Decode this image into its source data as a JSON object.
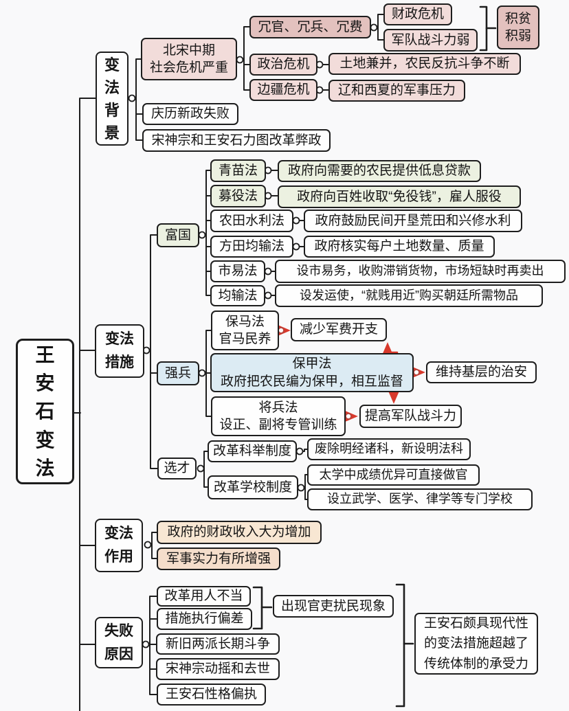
{
  "root": {
    "label": "王\n安\n石\n变\n法"
  },
  "background": {
    "label": "变\n法\n背\n景",
    "crisis": "北宋中期\n社会危机严重",
    "sanrong": "冗官、冗兵、冗费",
    "fiscal_crisis": "财政危机",
    "army_weak": "军队战斗力弱",
    "jipin_jiruo": "积贫\n积弱",
    "political_crisis": "政治危机",
    "land_annex": "土地兼并，农民反抗斗争不断",
    "border_crisis": "边疆危机",
    "liao_xixia": "辽和西夏的军事压力",
    "qingli": "庆历新政失败",
    "shenzong": "宋神宗和王安石力图改革弊政"
  },
  "measures": {
    "label": "变法\n措施",
    "fuguo": {
      "label": "富国",
      "items": [
        {
          "name": "青苗法",
          "desc": "政府向需要的农民提供低息贷款"
        },
        {
          "name": "募役法",
          "desc": "政府向百姓收取“免役钱”，雇人服役"
        },
        {
          "name": "农田水利法",
          "desc": "政府鼓励民间开垦荒田和兴修水利"
        },
        {
          "name": "方田均输法",
          "desc": "政府核实每户土地数量、质量"
        },
        {
          "name": "市易法",
          "desc": "设市易务，收购滞销货物，市场短缺时再卖出"
        },
        {
          "name": "均输法",
          "desc": "设发运使，“就贱用近”购买朝廷所需物品"
        }
      ]
    },
    "qiangbing": {
      "label": "强兵",
      "baoma": "保马法\n官马民养",
      "reduce_cost": "减少军费开支",
      "baojia": "保甲法\n政府把农民编为保甲，相互监督",
      "security": "维持基层的治安",
      "jiangbing": "将兵法\n设正、副将专管训练",
      "combat": "提高军队战斗力"
    },
    "xuancai": {
      "label": "选才",
      "keju": "改革科举制度",
      "keju_desc": "废除明经诸科，新设明法科",
      "school": "改革学校制度",
      "school_desc1": "太学中成绩优异可直接做官",
      "school_desc2": "设立武学、医学、律学等专门学校"
    }
  },
  "effects": {
    "label": "变法\n作用",
    "fiscal": "政府的财政收入大为增加",
    "military": "军事实力有所增强"
  },
  "failure": {
    "label": "失败\n原因",
    "items": [
      "改革用人不当",
      "措施执行偏差",
      "新旧两派长期斗争",
      "宋神宗动摇和去世",
      "王安石性格偏执"
    ],
    "harass": "出现官吏扰民现象",
    "conclusion": "王安石颇具现代性\n的变法措施超越了\n传统体制的承受力"
  },
  "palette": {
    "line_black": "#1d1d1d",
    "arrow_red": "#d8392c",
    "pink_light": "#f2dcda",
    "pink_dark": "#e3c1be",
    "green_light": "#ecf1e1",
    "blue_light": "#dcebf3",
    "peach_light": "#f8e7d3",
    "background": "#f9f9fa"
  }
}
